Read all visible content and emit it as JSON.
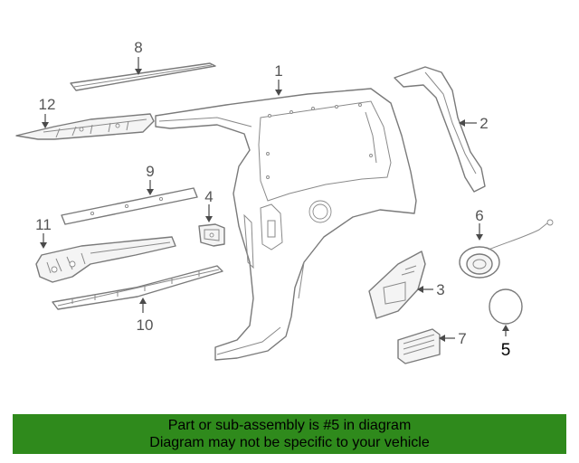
{
  "callouts": {
    "c1": "1",
    "c2": "2",
    "c3": "3",
    "c4": "4",
    "c5": "5",
    "c6": "6",
    "c7": "7",
    "c8": "8",
    "c9": "9",
    "c10": "10",
    "c11": "11",
    "c12": "12"
  },
  "banner": {
    "line1": "Part or sub-assembly is #5 in diagram",
    "line2": "Diagram may not be specific to your vehicle"
  },
  "colors": {
    "banner_background": "#2f8a1c",
    "line_art": "#7a7a7a"
  }
}
